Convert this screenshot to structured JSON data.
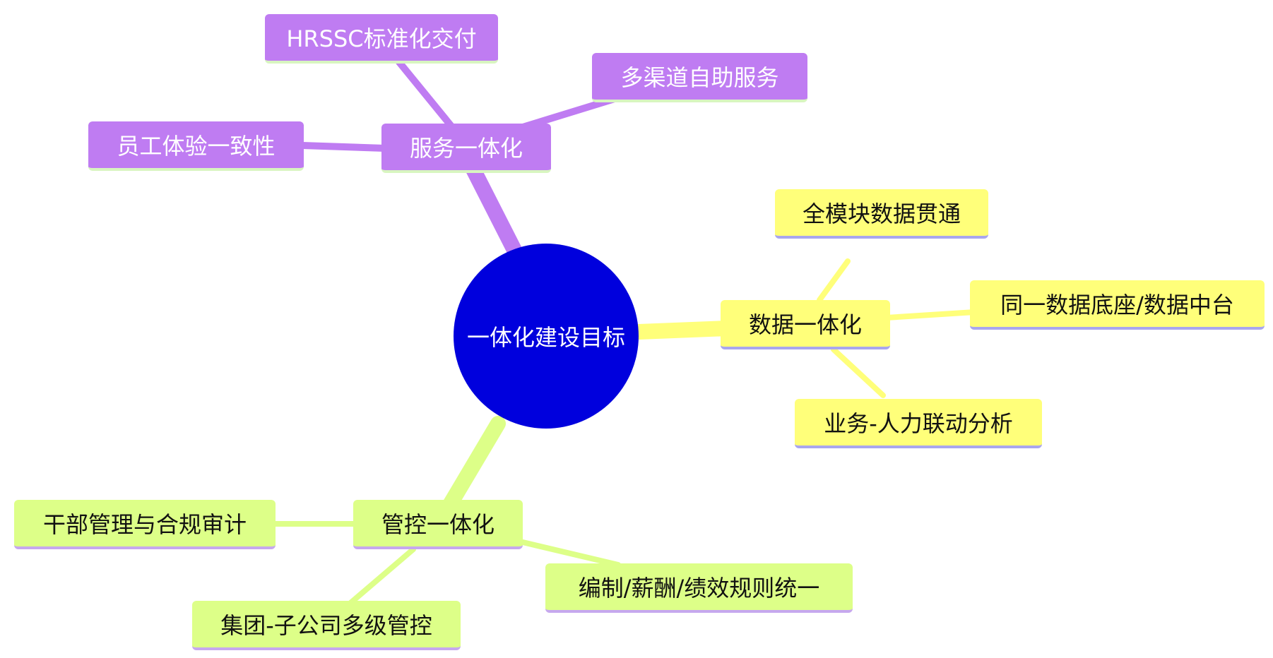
{
  "colors": {
    "center_fill": "#0000dd",
    "service_branch": "#bf7cf2",
    "data_branch": "#ffff7a",
    "control_branch": "#ddff88",
    "service_underline": "#d8f5c0",
    "data_underline": "#a9a6ee",
    "control_underline": "#c6a8ee"
  },
  "center": {
    "label": "一体化建设目标"
  },
  "branches": {
    "service": {
      "label": "服务一体化",
      "children": [
        "HRSSC标准化交付",
        "多渠道自助服务",
        "员工体验一致性"
      ]
    },
    "data": {
      "label": "数据一体化",
      "children": [
        "全模块数据贯通",
        "同一数据底座/数据中台",
        "业务-人力联动分析"
      ]
    },
    "control": {
      "label": "管控一体化",
      "children": [
        "干部管理与合规审计",
        "编制/薪酬/绩效规则统一",
        "集团-子公司多级管控"
      ]
    }
  }
}
